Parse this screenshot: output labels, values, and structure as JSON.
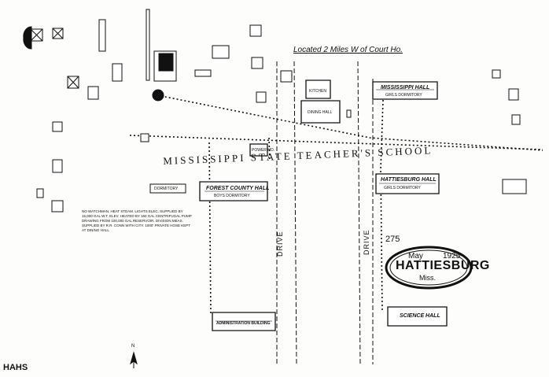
{
  "map": {
    "location_note": "Located 2 Miles W of Court Ho.",
    "school_name": "MISSISSIPPI STATE TEACHER'S SCHOOL",
    "sheet_number": "275",
    "stamp": {
      "month": "May",
      "year": "1925",
      "city": "HATTIESBURG",
      "state": "Miss."
    },
    "drive_label": "DRIVE",
    "credit": "HAHS",
    "north_marker": "N",
    "water_note": "NO WATCHMAN. HEAT STEAM. LIGHTS ELEC. SUPPLIED BY 15,000 GAL W.T. ELEV. HEATED BY 160 GAL CENTRIFUGAL PUMP DRAWING FROM 100,000 GAL RESERVOIR. DIVISION MEAS. SUPPLIED BY R.R. CONN WITH CITY. 1000' PRIVATE HOSE KEPT AT DINING HALL"
  },
  "buildings": {
    "mississippi_hall": "MISSISSIPPI HALL",
    "mississippi_hall_sub": "GIRLS DORMITORY",
    "kitchen": "KITCHEN",
    "dining_hall": "DINING HALL",
    "hattiesburg_hall": "HATTIESBURG HALL",
    "hattiesburg_hall_sub": "GIRLS DORMITORY",
    "forest_county_hall": "FOREST COUNTY HALL",
    "forest_county_hall_sub": "BOYS DORMITORY",
    "dormitory_small": "DORMITORY",
    "admin_building": "ADMINISTRATION BUILDING",
    "science_hall": "SCIENCE HALL",
    "power_house": "POWER HO."
  },
  "colors": {
    "ink": "#111111",
    "paper": "#fdfdfb"
  }
}
